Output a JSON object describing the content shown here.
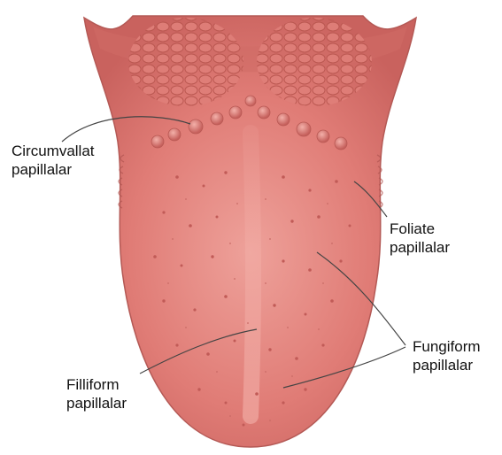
{
  "labels": {
    "circumvallate": {
      "line1": "Circumvallat",
      "line2": "papillalar"
    },
    "foliate": {
      "line1": "Foliate",
      "line2": "papillalar"
    },
    "fungiform": {
      "line1": "Fungiform",
      "line2": "papillalar"
    },
    "filiform": {
      "line1": "Filliform",
      "line2": "papillalar"
    }
  },
  "colors": {
    "tongue_base": "#e07a75",
    "tongue_highlight": "#f0a39c",
    "tongue_shadow": "#b85a57",
    "lingual_tonsil": "#d46d69",
    "papilla": "#c9625e",
    "leader_line": "#444444"
  }
}
